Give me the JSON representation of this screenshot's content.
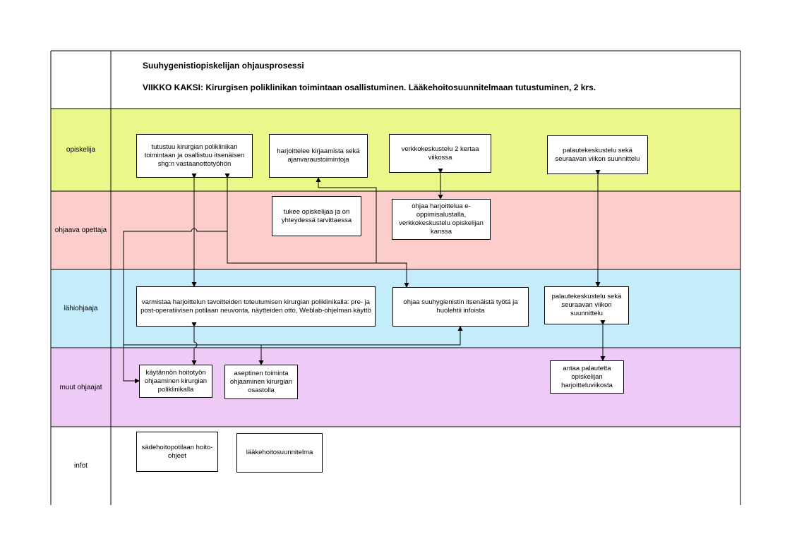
{
  "title": "Suuhygenistiopiskelijan ohjausprosessi",
  "subtitle": "VIIKKO KAKSI: Kirurgisen poliklinikan toimintaan osallistuminen. Lääkehoitosuunnitelmaan tutustuminen, 2 krs.",
  "colors": {
    "opiskelija": "#ebf78a",
    "ohjaava_opettaja": "#fdcdcc",
    "lahiohjaaja": "#c4ecfa",
    "muut_ohjaajat": "#eecbf6",
    "header": "#ffffff",
    "infot": "#ffffff"
  },
  "lanes": {
    "opiskelija": "opiskelija",
    "ohjaava_opettaja": "ohjaava opettaja",
    "lahiohjaaja": "lähiohjaaja",
    "muut_ohjaajat": "muut ohjaajat",
    "infot": "infot"
  },
  "boxes": {
    "tutustuu": "tutustuu kirurgian poliklinikan toimintaan ja osallistuu itsenäisen shg:n vastaanottotyöhön",
    "harjoittelee": "harjoittelee kirjaamista sekä ajanvaraustoimintoja",
    "verkkokeskustelu": "verkkokeskustelu 2 kertaa viikossa",
    "palaute_opiskelija": "palautekeskustelu sekä seuraavan viikon suunnittelu",
    "tukee": "tukee opiskelijaa ja on yhteydessä tarvittaessa",
    "ohjaa_harjoittelua": "ohjaa harjoittelua e-oppimisalustalla, verkkokeskustelu opiskelijan kanssa",
    "varmistaa": "varmistaa harjoittelun tavoitteiden toteutumisen kirurgian poliklinikalla: pre- ja post-operatiivisen potilaan neuvonta, näytteiden otto, Weblab-ohjelman käyttö",
    "ohjaa_suuhyg": "ohjaa suuhygienistin itsenäistä työtä ja huolehtii infoista",
    "palaute_lahi": "palautekeskustelu sekä seuraavan viikon suunnittelu",
    "kaytannon": "käytännön hoitotyön ohjaaminen kirurgian poliklinikalla",
    "aseptinen": "aseptinen toiminta ohjaaminen kirurgian osastolla",
    "antaa_palautetta": "antaa palautetta opiskelijan harjoitteluviikosta",
    "sadehoito": "sädehoitopotilaan hoito-ohjeet",
    "laakehoito": "lääkehoitosuunnitelma"
  }
}
